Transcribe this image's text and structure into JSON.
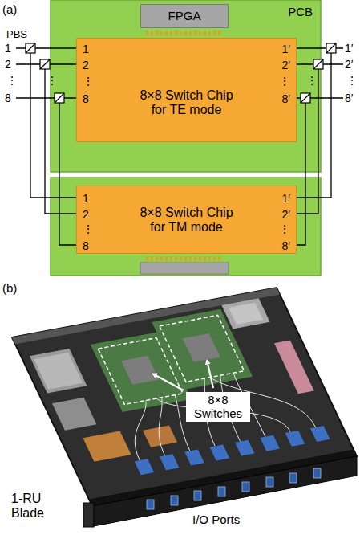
{
  "diagram": {
    "nodes": [
      {
        "text": [
          "PCB"
        ]
      },
      {
        "text": [
          "FPGA"
        ],
        "in": 0
      },
      {
        "text": [
          "8×8 Switch Chip for TE mode",
          "1",
          "2",
          "⋮",
          "8",
          "1′",
          "2′",
          "⋮",
          "8′"
        ],
        "in": 0
      },
      {
        "text": [
          "8×8 Switch Chip for TM mode",
          "1",
          "2",
          "⋮",
          "8",
          "1′",
          "2′",
          "⋮",
          "8′"
        ]
      }
    ],
    "labels": [
      "(a)",
      "PBS",
      "1",
      "2",
      "⋮",
      "8",
      "⋮",
      "1′",
      "2′",
      "⋮",
      "8′",
      "⋮",
      "(b)",
      "8×8 Switches",
      "I/O Ports",
      "1-RU Blade"
    ]
  }
}
